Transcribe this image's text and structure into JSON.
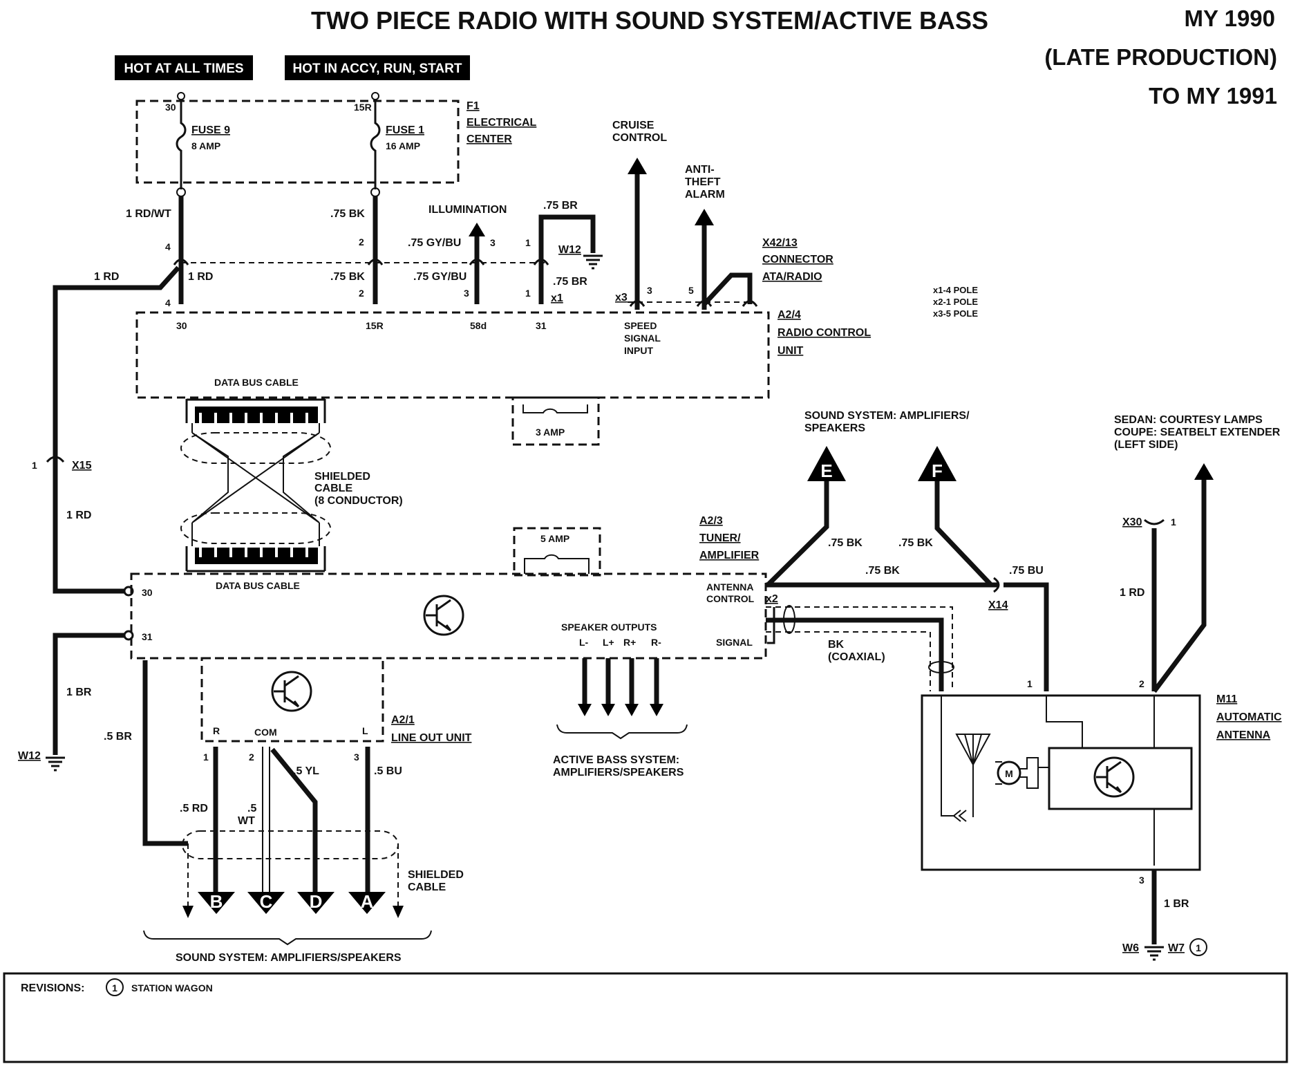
{
  "header": {
    "title": "TWO PIECE RADIO WITH SOUND SYSTEM/ACTIVE BASS",
    "model_year_line1": "MY 1990",
    "model_year_line2": "(LATE PRODUCTION)",
    "model_year_line3": "TO MY 1991"
  },
  "power_labels": {
    "hot_all_times": "HOT AT ALL TIMES",
    "hot_accy": "HOT IN ACCY, RUN, START"
  },
  "f1": {
    "id": "F1",
    "name1": "ELECTRICAL",
    "name2": "CENTER",
    "fuse9_name": "FUSE 9",
    "fuse9_rating": "8 AMP",
    "fuse9_term": "30",
    "fuse1_name": "FUSE 1",
    "fuse1_rating": "16 AMP",
    "fuse1_term": "15R"
  },
  "wires": {
    "rd_wt": "1 RD/WT",
    "bk75_top": ".75 BK",
    "bk75_mid": ".75 BK",
    "gy_bu_top": ".75 GY/BU",
    "gy_bu_mid": ".75 GY/BU",
    "br75_top": ".75 BR",
    "br75_mid": ".75 BR",
    "rd1_left": "1 RD",
    "rd1_conn": "1 RD",
    "rd1_x15": "1 RD",
    "br1_left": "1 BR",
    "br05": ".5 BR",
    "bk75_e": ".75 BK",
    "bk75_f": ".75 BK",
    "bk75_ant": ".75 BK",
    "bu75": ".75 BU",
    "bk_coax1": "BK",
    "bk_coax2": "(COAXIAL)",
    "rd1_right": "1 RD",
    "br1_right": "1 BR",
    "rd05": ".5 RD",
    "wt05a": ".5",
    "wt05b": "WT",
    "yl05": ".5 YL",
    "bu05": ".5 BU"
  },
  "destinations": {
    "illumination": "ILLUMINATION",
    "cruise1": "CRUISE",
    "cruise2": "CONTROL",
    "anti1": "ANTI-",
    "anti2": "THEFT",
    "anti3": "ALARM",
    "sound_ef1": "SOUND SYSTEM: AMPLIFIERS/",
    "sound_ef2": "SPEAKERS",
    "sedan1": "SEDAN: COURTESY LAMPS",
    "sedan2": "COUPE: SEATBELT EXTENDER",
    "sedan3": "(LEFT SIDE)",
    "active_bass1": "ACTIVE BASS SYSTEM:",
    "active_bass2": "AMPLIFIERS/SPEAKERS",
    "sound_bottom": "SOUND SYSTEM: AMPLIFIERS/SPEAKERS"
  },
  "connectors": {
    "w12_top": "W12",
    "x1": "x1",
    "x3": "x3",
    "x42_1": "X42/13",
    "x42_2": "CONNECTOR",
    "x42_3": "ATA/RADIO",
    "pole1": "x1-4 POLE",
    "pole2": "x2-1 POLE",
    "pole3": "x3-5 POLE",
    "x15": "X15",
    "w12_bottom": "W12",
    "x14": "X14",
    "x2": "x2",
    "x30": "X30",
    "w6": "W6",
    "w7": "W7",
    "w7_rev": "1"
  },
  "pins": {
    "p4a": "4",
    "p4b": "4",
    "p2a": "2",
    "p2b": "2",
    "p3a": "3",
    "p3b": "3",
    "p1a": "1",
    "p1b": "1",
    "p3x3": "3",
    "p5x3": "5",
    "p1x15": "1",
    "p1x30": "1",
    "m11_p1": "1",
    "m11_p2": "2",
    "m11_p3": "3",
    "lo_p1": "1",
    "lo_p2": "2",
    "lo_p3": "3"
  },
  "a24": {
    "id": "A2/4",
    "name1": "RADIO CONTROL",
    "name2": "UNIT",
    "t30": "30",
    "t15r": "15R",
    "t58d": "58d",
    "t31": "31",
    "speed1": "SPEED",
    "speed2": "SIGNAL",
    "speed3": "INPUT",
    "data_bus": "DATA BUS CABLE",
    "fuse": "3 AMP"
  },
  "shielded": {
    "l1": "SHIELDED",
    "l2": "CABLE",
    "l3": "(8 CONDUCTOR)"
  },
  "a23": {
    "id": "A2/3",
    "name1": "TUNER/",
    "name2": "AMPLIFIER",
    "t30": "30",
    "t31": "31",
    "data_bus": "DATA BUS CABLE",
    "fuse": "5 AMP",
    "ant1": "ANTENNA",
    "ant2": "CONTROL",
    "signal": "SIGNAL",
    "spk_outputs": "SPEAKER OUTPUTS",
    "spk_lm": "L-",
    "spk_lp": "L+",
    "spk_rp": "R+",
    "spk_rm": "R-"
  },
  "a21": {
    "id": "A2/1",
    "name": "LINE OUT UNIT",
    "r": "R",
    "com": "COM",
    "l": "L"
  },
  "m11": {
    "id": "M11",
    "name1": "AUTOMATIC",
    "name2": "ANTENNA",
    "motor": "M"
  },
  "bottom_shield": {
    "l1": "SHIELDED",
    "l2": "CABLE"
  },
  "outputs": {
    "a": "A",
    "b": "B",
    "c": "C",
    "d": "D",
    "e": "E",
    "f": "F"
  },
  "revisions": {
    "label": "REVISIONS:",
    "num": "1",
    "text": "STATION WAGON"
  }
}
